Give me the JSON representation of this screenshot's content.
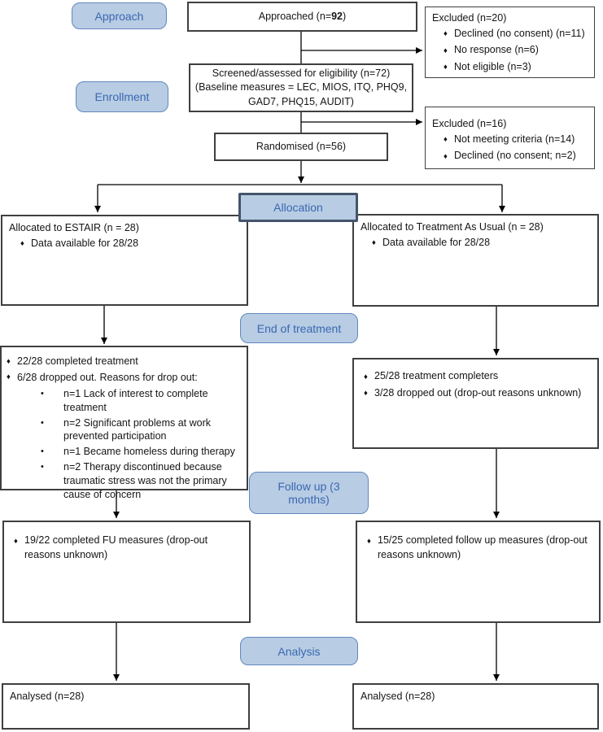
{
  "glyphs": {
    "diamond": "♦",
    "dot": "•"
  },
  "colors": {
    "stage_fill": "#b8cce4",
    "stage_border": "#6088bd",
    "stage_text": "#3a68b0",
    "allocation_border": "#44546a",
    "box_border": "#3f3f3f",
    "line": "#000000"
  },
  "stages": {
    "approach": "Approach",
    "enrollment": "Enrollment",
    "allocation": "Allocation",
    "end_of_treatment": "End of treatment",
    "follow_up": "Follow up (3\nmonths)",
    "analysis": "Analysis"
  },
  "approached": {
    "prefix": "Approached (n=",
    "n": "92",
    "suffix": ")"
  },
  "excluded_approach": {
    "title": "Excluded (n=20)",
    "bullets": [
      "Declined (no consent) (n=11)",
      "No response (n=6)",
      "Not eligible (n=3)"
    ]
  },
  "screened": {
    "text": "Screened/assessed for eligibility (n=72)\n(Baseline measures = LEC, MIOS, ITQ, PHQ9,\nGAD7, PHQ15, AUDIT)"
  },
  "excluded_enrollment": {
    "title": "Excluded (n=16)",
    "bullets": [
      "Not meeting criteria (n=14)",
      "Declined (no consent; n=2)"
    ]
  },
  "randomised": {
    "text": "Randomised (n=56)"
  },
  "allocated_estair": {
    "title": "Allocated to ESTAIR (n = 28)",
    "bullets": [
      "Data available for 28/28"
    ]
  },
  "allocated_tau": {
    "title": "Allocated to Treatment As Usual (n = 28)",
    "bullets": [
      "Data available for 28/28"
    ]
  },
  "eot_estair": {
    "bullets": [
      "22/28 completed treatment",
      "6/28 dropped out. Reasons for drop out:"
    ],
    "sub_bullets": [
      "n=1 Lack of interest to complete treatment",
      "n=2 Significant problems at work prevented participation",
      "n=1 Became homeless during therapy",
      "n=2 Therapy discontinued because traumatic stress was not the primary cause of concern"
    ]
  },
  "eot_tau": {
    "bullets": [
      "25/28 treatment completers",
      "3/28 dropped out (drop-out reasons unknown)"
    ]
  },
  "fu_estair": {
    "bullets": [
      "19/22 completed FU measures (drop-out reasons unknown)"
    ]
  },
  "fu_tau": {
    "bullets": [
      "15/25 completed follow up measures (drop-out reasons unknown)"
    ]
  },
  "analysed_estair": {
    "text": "Analysed (n=28)"
  },
  "analysed_tau": {
    "text": "Analysed (n=28)"
  }
}
